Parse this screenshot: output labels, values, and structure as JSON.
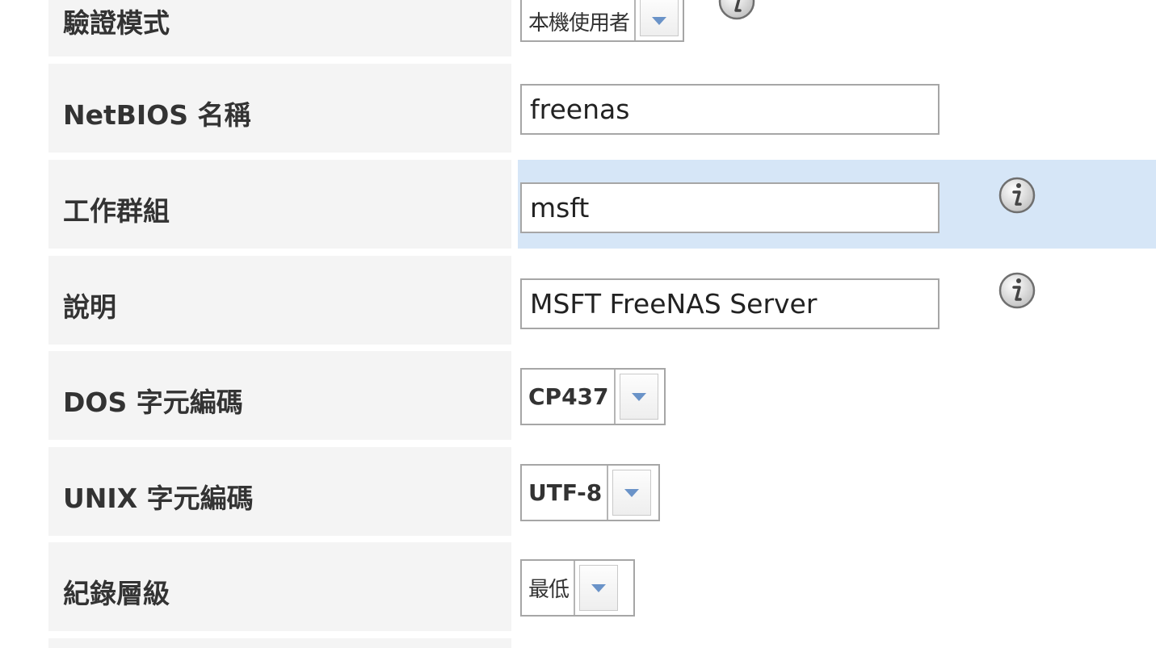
{
  "fields": {
    "auth_mode": {
      "label": "驗證模式",
      "value": "本機使用者"
    },
    "netbios_name": {
      "label": "NetBIOS 名稱",
      "value": "freenas"
    },
    "workgroup": {
      "label": "工作群組",
      "value": "msft"
    },
    "description": {
      "label": "說明",
      "value": "MSFT FreeNAS Server"
    },
    "dos_charset": {
      "label": "DOS 字元編碼",
      "value": "CP437"
    },
    "unix_charset": {
      "label": "UNIX 字元編碼",
      "value": "UTF-8"
    },
    "log_level": {
      "label": "紀錄層級",
      "value": "最低"
    }
  },
  "icons": {
    "info": "info-icon",
    "dropdown": "chevron-down-icon"
  },
  "colors": {
    "label_background": "#f4f4f4",
    "row_highlight": "#d6e6f7",
    "input_border": "#a6a6a6",
    "dropdown_arrow": "#6a93c8"
  }
}
